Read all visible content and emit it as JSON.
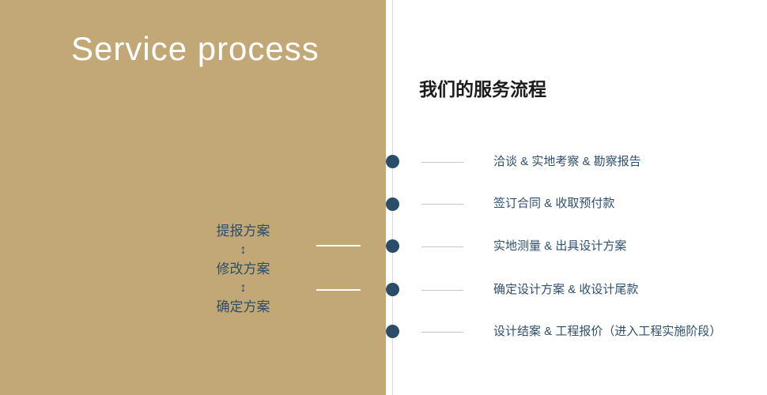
{
  "left_panel": {
    "title": "Service process",
    "plan_steps": [
      "提报方案",
      "修改方案",
      "确定方案"
    ],
    "arrow_glyph": "↕"
  },
  "right_panel": {
    "heading": "我们的服务流程",
    "steps": [
      "洽谈 & 实地考察 & 勘察报告",
      "签订合同 & 收取预付款",
      "实地测量 & 出具设计方案",
      "确定设计方案 & 收设计尾款",
      "设计结案 & 工程报价（进入工程实施阶段）"
    ]
  },
  "colors": {
    "panel_gold": "#c2a877",
    "timeline_navy": "#2c4d68",
    "step_text_navy": "#2f4f6e",
    "heading_dark": "#1c1c1c",
    "tick_gray": "#c6c6c6",
    "axis_gray": "#dadada",
    "title_white": "#ffffff"
  }
}
